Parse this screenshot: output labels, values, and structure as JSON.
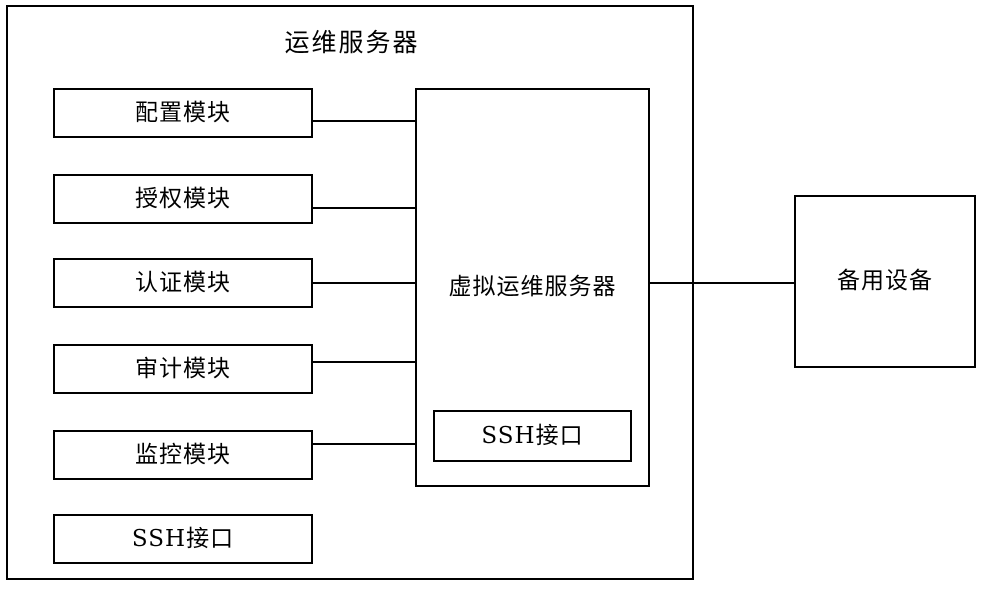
{
  "diagram": {
    "title": "运维服务器",
    "background_color": "#ffffff",
    "line_color": "#000000"
  },
  "outer_container": {
    "name": "运维服务器",
    "title": "运维服务器"
  },
  "modules": [
    {
      "label": "配置模块",
      "connected": true
    },
    {
      "label": "授权模块",
      "connected": true
    },
    {
      "label": "认证模块",
      "connected": true
    },
    {
      "label": "审计模块",
      "connected": true
    },
    {
      "label": "监控模块",
      "connected": true
    },
    {
      "label": "SSH接口",
      "connected": false
    }
  ],
  "virtual_server": {
    "label": "虚拟运维服务器",
    "inner_interface_label": "SSH接口"
  },
  "backup_device": {
    "label": "备用设备"
  },
  "connections": [
    {
      "from": "配置模块",
      "to": "虚拟运维服务器"
    },
    {
      "from": "授权模块",
      "to": "虚拟运维服务器"
    },
    {
      "from": "认证模块",
      "to": "虚拟运维服务器"
    },
    {
      "from": "审计模块",
      "to": "虚拟运维服务器"
    },
    {
      "from": "监控模块",
      "to": "虚拟运维服务器"
    },
    {
      "from": "虚拟运维服务器",
      "to": "备用设备"
    }
  ]
}
